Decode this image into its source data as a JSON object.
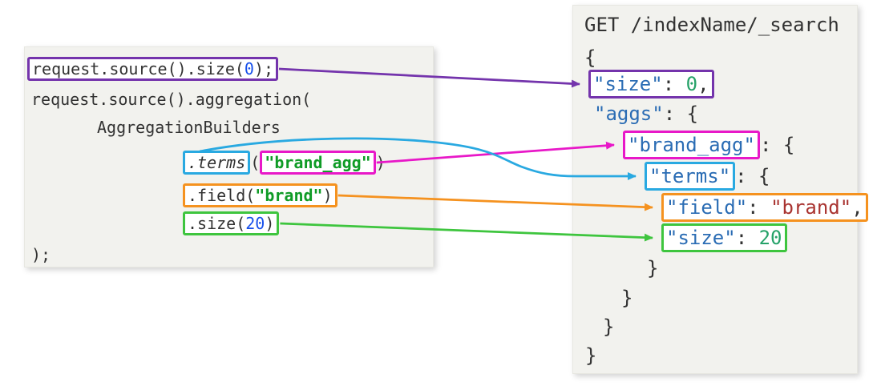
{
  "colors": {
    "purple": "#7434ac",
    "magenta": "#e818c8",
    "cyan": "#29a9e1",
    "orange": "#f5921f",
    "green": "#3ec53e",
    "panel_bg": "#f2f2ee",
    "code_text": "#323232",
    "java_number": "#1750eb",
    "java_string": "#0f9b26",
    "json_key": "#2a6cb4",
    "json_number": "#26a269",
    "json_string": "#a93330"
  },
  "left_panel": {
    "language": "java-client-code",
    "lines": {
      "l1": {
        "pre": "request.source().size(",
        "num": "0",
        "post": ");"
      },
      "l2": "request.source().aggregation(",
      "l3": "AggregationBuilders",
      "l4": {
        "method": ".terms",
        "open": "(",
        "arg": "\"brand_agg\"",
        "close": ")"
      },
      "l5": {
        "pre": ".field(",
        "str": "\"brand\"",
        "close": ")"
      },
      "l6": {
        "pre": ".size(",
        "num": "20",
        "close": ")"
      },
      "l7": ");"
    }
  },
  "right_panel": {
    "language": "elasticsearch-dsl",
    "lines": {
      "r1": "GET /indexName/_search",
      "r2": "{",
      "r3": {
        "key": "\"size\"",
        "sep": ": ",
        "num": "0",
        "comma": ","
      },
      "r4": {
        "key": "\"aggs\"",
        "sep": ": {"
      },
      "r5": {
        "key": "\"brand_agg\"",
        "sep": ": {"
      },
      "r6": {
        "key": "\"terms\"",
        "sep": ": {"
      },
      "r7": {
        "key": "\"field\"",
        "sep": ": ",
        "str": "\"brand\"",
        "comma": ","
      },
      "r8": {
        "key": "\"size\"",
        "sep": ": ",
        "num": "20"
      },
      "r9": "}",
      "r10": "}",
      "r11": "}",
      "r12": "}"
    }
  },
  "arrows": [
    {
      "from": "request.source().size(0);",
      "to": "\"size\": 0,",
      "color": "purple"
    },
    {
      "from": "\"brand_agg\"",
      "to": "\"brand_agg\"",
      "color": "magenta"
    },
    {
      "from": ".terms",
      "to": "\"terms\"",
      "color": "cyan"
    },
    {
      "from": ".field(\"brand\")",
      "to": "\"field\": \"brand\",",
      "color": "orange"
    },
    {
      "from": ".size(20)",
      "to": "\"size\": 20",
      "color": "green"
    }
  ]
}
